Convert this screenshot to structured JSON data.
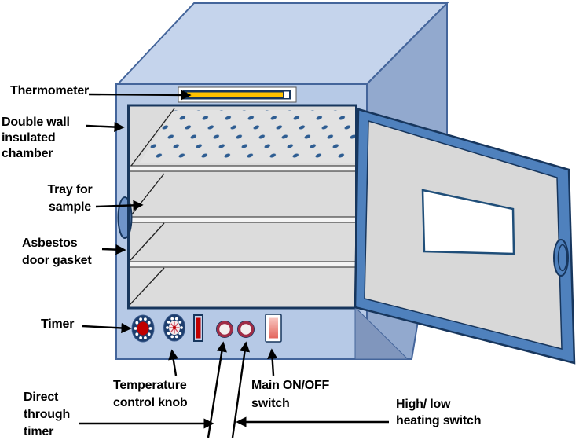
{
  "labels": {
    "thermometer": [
      "Thermometer"
    ],
    "double_wall": [
      "Double wall",
      "insulated",
      "chamber"
    ],
    "tray": [
      "Tray for",
      "sample"
    ],
    "asbestos": [
      "Asbestos",
      "door gasket"
    ],
    "timer": [
      "Timer"
    ],
    "temperature": [
      "Temperature",
      "control knob"
    ],
    "main_switch": [
      "Main ON/OFF",
      "switch"
    ],
    "direct": [
      "Direct",
      "through",
      "timer"
    ],
    "high_low": [
      "High/ low",
      "heating switch"
    ]
  },
  "colors": {
    "body_front": "#b6c9e6",
    "body_top": "#c5d4ec",
    "body_side": "#92a9ce",
    "body_side_dark": "#8096bd",
    "chamber_fill": "#dcdcdc",
    "tray_fill": "#e2e2e2",
    "tray_hole": "#2e5d92",
    "outline_navy": "#17365d",
    "door_frame": "#4f81bd",
    "door_panel": "#d8d8d8",
    "window_fill": "#ffffff",
    "gasket_bump": "#6f94c9",
    "thermometer_yellow": "#fec100",
    "knob_navy": "#1d3e6e",
    "knob_red": "#c00000",
    "switch_ring": "#a02c46",
    "switch_pink_light": "#f8c5c0",
    "switch_pink_dark": "#e4655c",
    "arrow_black": "#000000"
  }
}
